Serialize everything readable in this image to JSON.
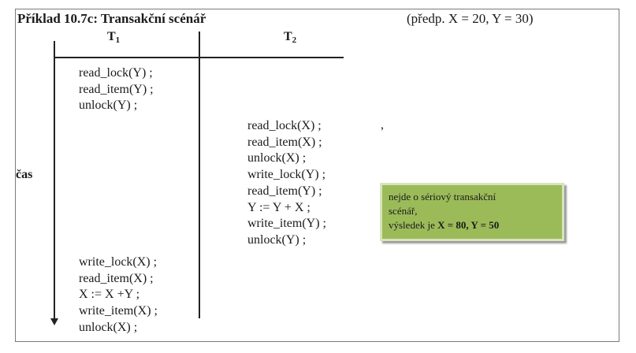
{
  "header": {
    "title": "Příklad 10.7c: Transakční scénář",
    "assumption": "(předp. X = 20, Y = 30)"
  },
  "columns": {
    "t1": {
      "letter": "T",
      "sub": "1"
    },
    "t2": {
      "letter": "T",
      "sub": "2"
    }
  },
  "axis": {
    "label": "čas"
  },
  "t1_ops_top": [
    "read_lock(Y) ;",
    "read_item(Y) ;",
    "unlock(Y) ;"
  ],
  "t2_ops": [
    "read_lock(X) ;",
    "read_item(X) ;",
    "unlock(X) ;",
    "write_lock(Y) ;",
    "read_item(Y) ;",
    "Y := Y + X ;",
    "write_item(Y) ;",
    "unlock(Y) ;"
  ],
  "t1_ops_bottom": [
    "write_lock(X) ;",
    "read_item(X) ;",
    "X := X +Y ;",
    "write_item(X) ;",
    "unlock(X) ;"
  ],
  "stray_comma": ",",
  "note": {
    "line1": "nejde o sériový transakční",
    "line2": "scénář,",
    "line3_prefix": "výsledek je ",
    "line3_result": "X = 80, Y = 50",
    "colors": {
      "fill": "#9bbb59",
      "border": "#d8e4bc"
    }
  }
}
